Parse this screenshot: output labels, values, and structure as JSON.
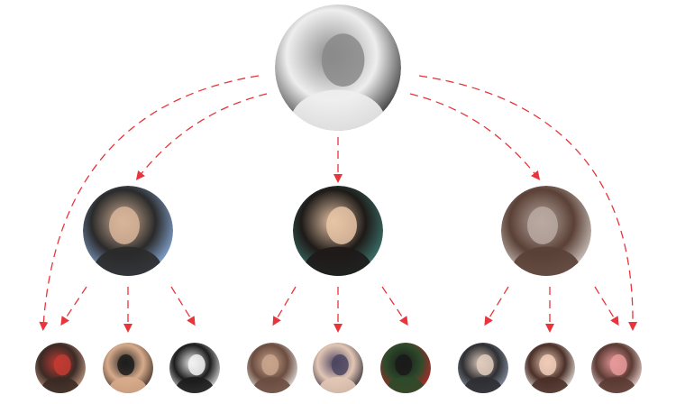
{
  "diagram": {
    "type": "referral-tree",
    "arrow_color": "#e8343a",
    "arrow_style": "dashed",
    "nodes": [
      {
        "id": "root",
        "level": 0,
        "photo": "husky-dog",
        "colors": [
          "#2b2b2b",
          "#eeeeee",
          "#8a8a8a"
        ]
      },
      {
        "id": "child-1",
        "level": 1,
        "parent": "root",
        "photo": "man-with-scarf",
        "colors": [
          "#8fb4e6",
          "#2a2a2a",
          "#d8b59a"
        ]
      },
      {
        "id": "child-2",
        "level": 1,
        "parent": "root",
        "photo": "woman-at-beach",
        "colors": [
          "#3f7f76",
          "#1e1a18",
          "#e7c4a6"
        ]
      },
      {
        "id": "child-3",
        "level": 1,
        "parent": "root",
        "photo": "woman-by-window",
        "colors": [
          "#d9d2cc",
          "#5a4036",
          "#b8a9a1"
        ]
      },
      {
        "id": "grandchild-1",
        "level": 2,
        "parent": "child-1",
        "photo": "woman-red-glasses",
        "colors": [
          "#caa28a",
          "#3b2a25",
          "#c23b33"
        ]
      },
      {
        "id": "grandchild-2",
        "level": 2,
        "parent": "child-1",
        "photo": "boy-face-closeup",
        "colors": [
          "#3a2a22",
          "#d7ab8b",
          "#1c1c1c"
        ]
      },
      {
        "id": "grandchild-3",
        "level": 2,
        "parent": "child-1",
        "photo": "couple-standing",
        "colors": [
          "#e6e6e6",
          "#1c1c1c",
          "#f2f2f2"
        ]
      },
      {
        "id": "grandchild-4",
        "level": 2,
        "parent": "child-2",
        "photo": "woman-side-profile",
        "colors": [
          "#ece7e4",
          "#6b4d40",
          "#c9a58d"
        ]
      },
      {
        "id": "grandchild-5",
        "level": 2,
        "parent": "child-2",
        "photo": "woman-long-hair",
        "colors": [
          "#2e2a35",
          "#e2c6b5",
          "#4b4560"
        ]
      },
      {
        "id": "grandchild-6",
        "level": 2,
        "parent": "child-2",
        "photo": "red-flowers",
        "colors": [
          "#c0262a",
          "#2d4a2a",
          "#1a1a1a"
        ]
      },
      {
        "id": "grandchild-7",
        "level": 2,
        "parent": "child-3",
        "photo": "woman-with-dog",
        "colors": [
          "#8e9aab",
          "#2f2f33",
          "#e0ccbd"
        ]
      },
      {
        "id": "grandchild-8",
        "level": 2,
        "parent": "child-3",
        "photo": "girl-white-hat",
        "colors": [
          "#f5efe9",
          "#4a3028",
          "#f0cdb8"
        ]
      },
      {
        "id": "grandchild-9",
        "level": 2,
        "parent": "child-3",
        "photo": "girl-blush-pink",
        "colors": [
          "#f2dbd7",
          "#5b3a33",
          "#e79a9a"
        ]
      }
    ],
    "edges": [
      {
        "from": "root",
        "to": "child-1"
      },
      {
        "from": "root",
        "to": "child-2"
      },
      {
        "from": "root",
        "to": "child-3"
      },
      {
        "from": "root",
        "to": "grandchild-1"
      },
      {
        "from": "root",
        "to": "grandchild-9"
      },
      {
        "from": "child-1",
        "to": "grandchild-1"
      },
      {
        "from": "child-1",
        "to": "grandchild-2"
      },
      {
        "from": "child-1",
        "to": "grandchild-3"
      },
      {
        "from": "child-2",
        "to": "grandchild-4"
      },
      {
        "from": "child-2",
        "to": "grandchild-5"
      },
      {
        "from": "child-2",
        "to": "grandchild-6"
      },
      {
        "from": "child-3",
        "to": "grandchild-7"
      },
      {
        "from": "child-3",
        "to": "grandchild-8"
      },
      {
        "from": "child-3",
        "to": "grandchild-9"
      }
    ]
  }
}
